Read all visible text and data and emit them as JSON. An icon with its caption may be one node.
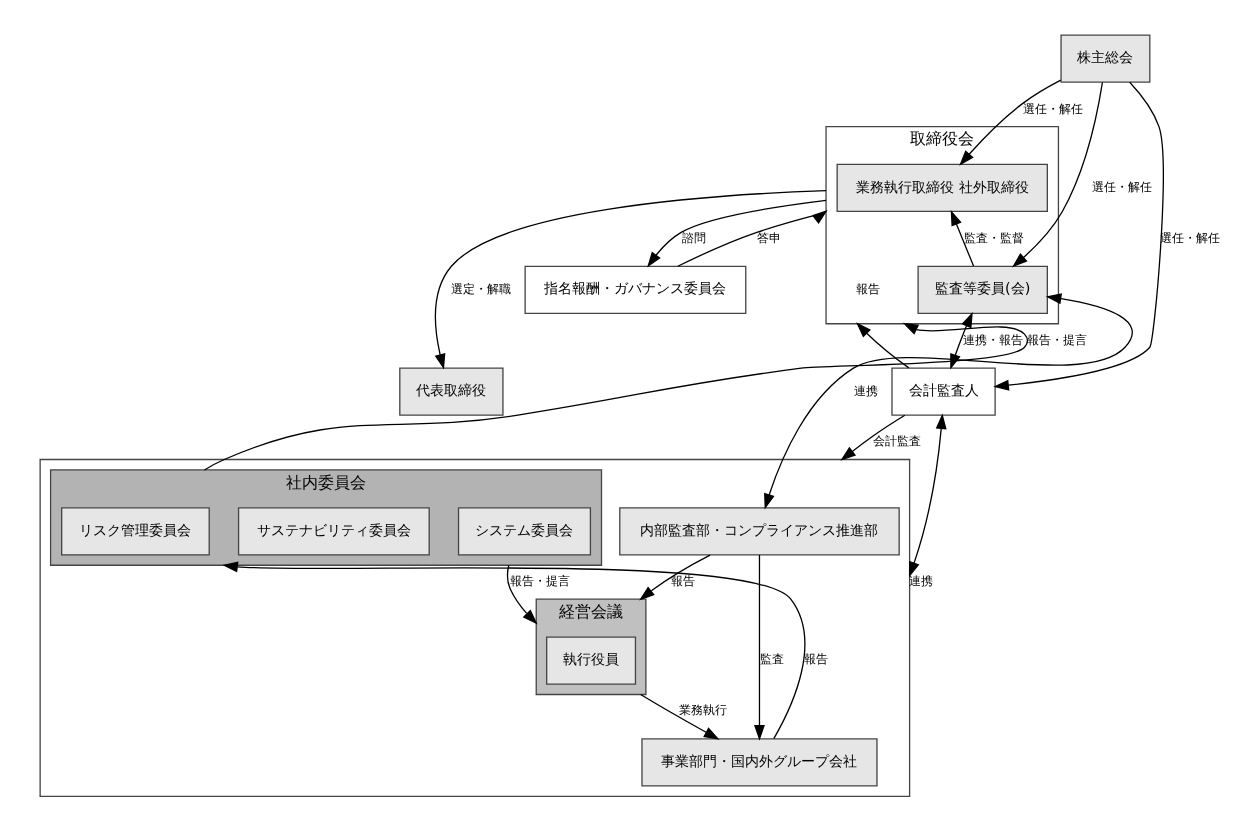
{
  "diagram": {
    "nodes": [
      {
        "text": [
          "株主総会"
        ]
      },
      {
        "text": [
          "指名報酬・ガバナンス委員会"
        ]
      },
      {
        "text": [
          "取締役会"
        ]
      },
      {
        "text": [
          "業務執行取締役 社外取締役"
        ],
        "in": 2
      },
      {
        "text": [
          "監査等委員(会)"
        ],
        "in": 2
      },
      {
        "text": [
          "会計監査人"
        ]
      },
      {
        "text": [],
        "shape": "box"
      },
      {
        "text": [
          "社内委員会"
        ],
        "in": 6
      },
      {
        "text": [
          "システム委員会"
        ],
        "in": 7
      },
      {
        "text": [
          "サステナビリティ委員会"
        ],
        "in": 7
      },
      {
        "text": [
          "リスク管理委員会"
        ],
        "in": 7
      },
      {
        "text": [
          "代表取締役"
        ]
      },
      {
        "text": [
          "経営会議"
        ],
        "in": 6
      },
      {
        "text": [
          "執行役員"
        ],
        "in": 12
      },
      {
        "text": [
          "事業部門・国内外グループ会社"
        ],
        "in": 6
      },
      {
        "text": [
          "内部監査部・コンプライアンス推進部"
        ],
        "in": 6
      }
    ],
    "edges": [
      {
        "from": 0,
        "to": 3,
        "arrow": "to",
        "label": "選任・解任"
      },
      {
        "from": 0,
        "to": 4,
        "arrow": "to",
        "label": "選任・解任"
      },
      {
        "from": 0,
        "to": 5,
        "arrow": "to",
        "label": "選任・解任"
      },
      {
        "from": 2,
        "to": 1,
        "arrow": "to",
        "label": "諮問"
      },
      {
        "from": 1,
        "to": 2,
        "arrow": "to",
        "label": "答申"
      },
      {
        "from": 4,
        "to": 3,
        "arrow": "to",
        "label": "監査・監督"
      },
      {
        "from": 2,
        "to": 11,
        "arrow": "to",
        "label": "選定・解職"
      },
      {
        "from": 7,
        "to": 2,
        "arrow": "to",
        "label": "報告・提言"
      },
      {
        "from": 5,
        "to": 2,
        "arrow": "to",
        "label": "報告"
      },
      {
        "from": 4,
        "to": 5,
        "arrow": "both",
        "label": "連携・報告"
      },
      {
        "from": 15,
        "to": 4,
        "arrow": "both",
        "label": "連携"
      },
      {
        "from": 15,
        "to": 12,
        "arrow": "to",
        "label": "報告"
      },
      {
        "from": 7,
        "to": 12,
        "arrow": "to",
        "label": "報告・提言"
      },
      {
        "from": 12,
        "to": 14,
        "arrow": "to",
        "label": "業務執行"
      },
      {
        "from": 14,
        "to": 7,
        "arrow": "to",
        "label": "報告"
      },
      {
        "from": 15,
        "to": 14,
        "arrow": "to",
        "label": "監査"
      },
      {
        "from": 6,
        "to": 5,
        "arrow": "both",
        "label": "連携"
      },
      {
        "from": 5,
        "to": 6,
        "arrow": "to",
        "label": "会計監査"
      }
    ]
  }
}
